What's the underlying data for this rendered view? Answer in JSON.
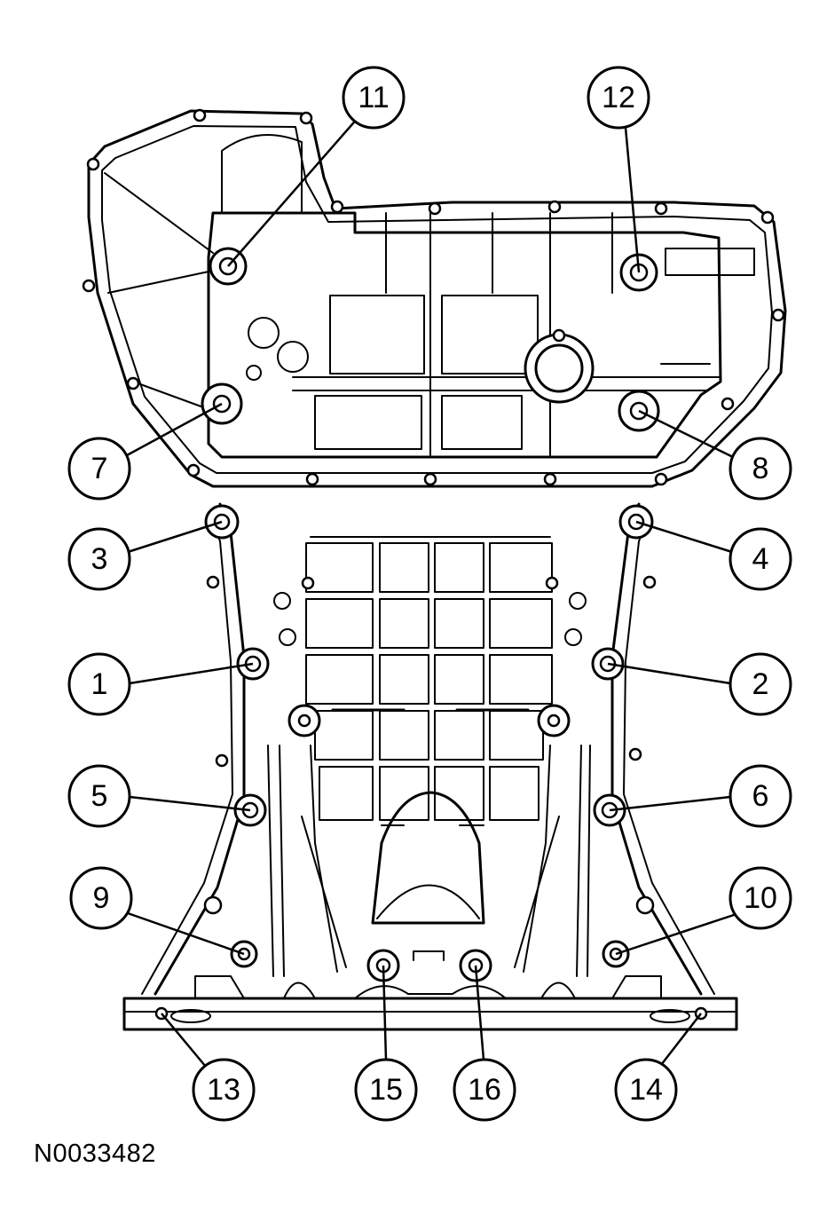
{
  "figure_id": "N0033482",
  "callouts": [
    {
      "label": "1"
    },
    {
      "label": "2"
    },
    {
      "label": "3"
    },
    {
      "label": "4"
    },
    {
      "label": "5"
    },
    {
      "label": "6"
    },
    {
      "label": "7"
    },
    {
      "label": "8"
    },
    {
      "label": "9"
    },
    {
      "label": "10"
    },
    {
      "label": "11"
    },
    {
      "label": "12"
    },
    {
      "label": "13"
    },
    {
      "label": "14"
    },
    {
      "label": "15"
    },
    {
      "label": "16"
    }
  ]
}
